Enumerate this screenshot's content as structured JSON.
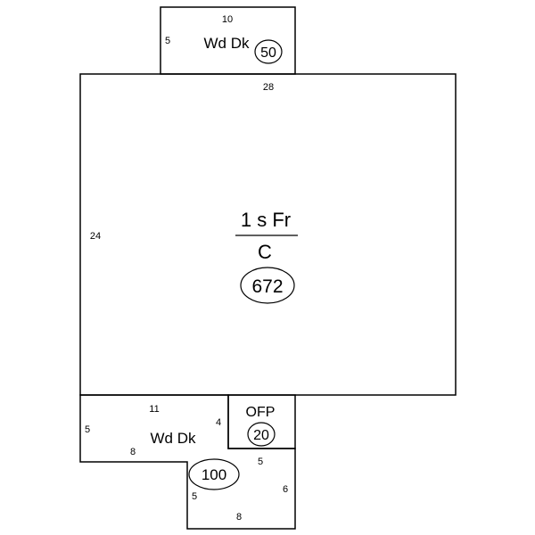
{
  "sketch": {
    "main": {
      "label": "1 s Fr",
      "sublabel": "C",
      "area": "672",
      "dim_top": "28",
      "dim_left": "24"
    },
    "top_deck": {
      "label": "Wd Dk",
      "area": "50",
      "dim_top": "10",
      "dim_left": "5"
    },
    "bottom_deck": {
      "label": "Wd Dk",
      "area": "100",
      "dims": {
        "top": "11",
        "left": "5",
        "lower_top": "8",
        "right_inner": "4",
        "lower_left": "5",
        "bottom": "8",
        "right": "6",
        "porch_bottom": "5"
      }
    },
    "porch": {
      "label": "OFP",
      "area": "20"
    }
  }
}
